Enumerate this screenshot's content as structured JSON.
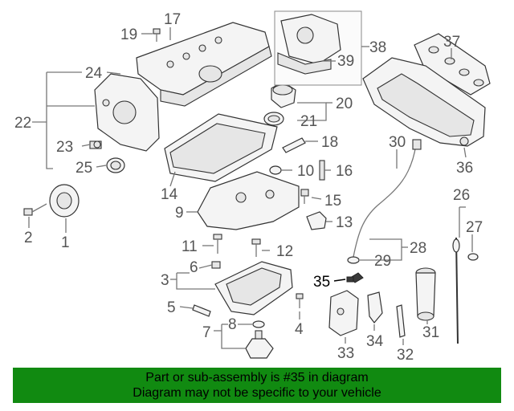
{
  "diagram": {
    "callouts": [
      "1",
      "2",
      "3",
      "4",
      "5",
      "6",
      "7",
      "8",
      "9",
      "10",
      "11",
      "12",
      "13",
      "14",
      "15",
      "16",
      "17",
      "18",
      "19",
      "20",
      "21",
      "22",
      "23",
      "24",
      "25",
      "26",
      "27",
      "28",
      "29",
      "30",
      "31",
      "32",
      "33",
      "34",
      "35",
      "36",
      "37",
      "38",
      "39"
    ],
    "highlighted": "35",
    "colors": {
      "label": "#555555",
      "highlight": "#000000",
      "banner": "#118a11"
    }
  },
  "banner": {
    "line1": "Part or sub-assembly is #35 in diagram",
    "line2": "Diagram may not be specific to your vehicle"
  }
}
